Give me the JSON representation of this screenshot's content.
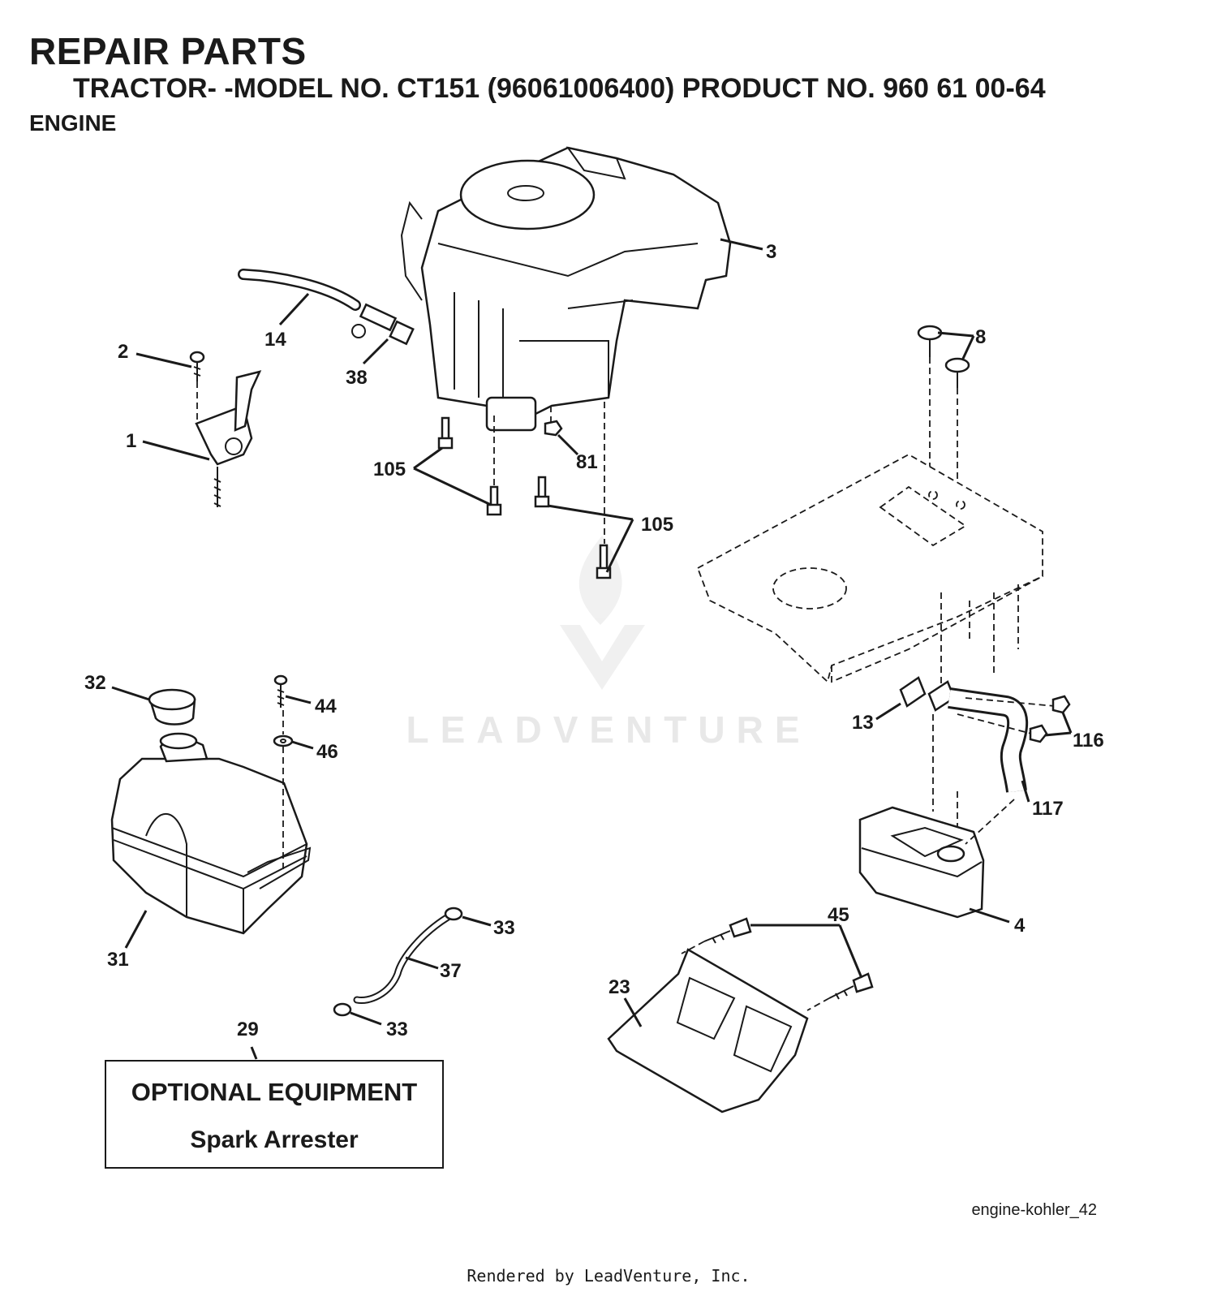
{
  "header": {
    "title": "REPAIR PARTS",
    "subtitle": "TRACTOR- -MODEL NO. CT151 (96061006400) PRODUCT NO. 960 61 00-64",
    "section": "ENGINE"
  },
  "callouts": {
    "c1": "1",
    "c2": "2",
    "c3": "3",
    "c4": "4",
    "c8": "8",
    "c13": "13",
    "c14": "14",
    "c23": "23",
    "c29": "29",
    "c31": "31",
    "c32": "32",
    "c33a": "33",
    "c33b": "33",
    "c37": "37",
    "c38": "38",
    "c44": "44",
    "c45": "45",
    "c46": "46",
    "c81": "81",
    "c105a": "105",
    "c105b": "105",
    "c116": "116",
    "c117": "117"
  },
  "optional_box": {
    "line1": "OPTIONAL EQUIPMENT",
    "line2": "Spark Arrester"
  },
  "reference": "engine-kohler_42",
  "watermark": "LEADVENTURE",
  "footer": "Rendered by LeadVenture, Inc."
}
